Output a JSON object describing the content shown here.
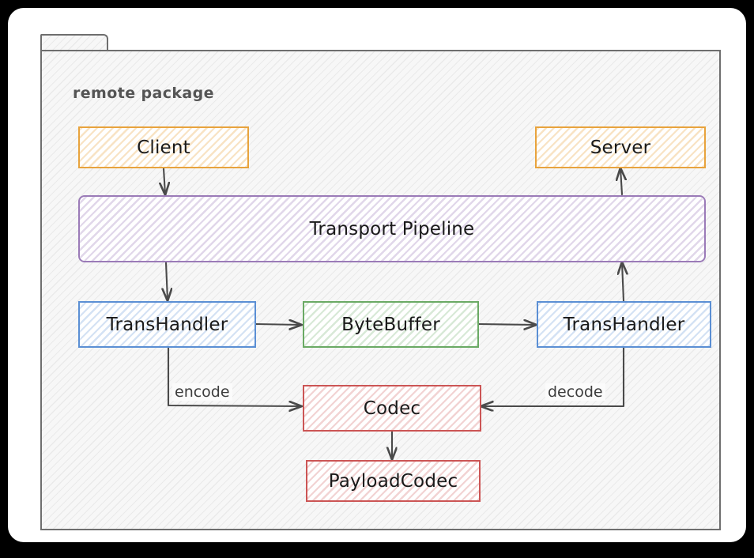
{
  "diagram": {
    "package_label": "remote package",
    "nodes": [
      {
        "id": "client",
        "label": "Client",
        "color": "#e8a33d",
        "shape": "rect"
      },
      {
        "id": "server",
        "label": "Server",
        "color": "#e8a33d",
        "shape": "rect"
      },
      {
        "id": "pipeline",
        "label": "Transport Pipeline",
        "color": "#9b7bb8",
        "shape": "rounded-rect"
      },
      {
        "id": "transhandler_left",
        "label": "TransHandler",
        "color": "#5b8fd4",
        "shape": "rect"
      },
      {
        "id": "bytebuffer",
        "label": "ByteBuffer",
        "color": "#6aaa64",
        "shape": "rect"
      },
      {
        "id": "transhandler_right",
        "label": "TransHandler",
        "color": "#5b8fd4",
        "shape": "rect"
      },
      {
        "id": "codec",
        "label": "Codec",
        "color": "#cc5555",
        "shape": "rect"
      },
      {
        "id": "payloadcodec",
        "label": "PayloadCodec",
        "color": "#cc5555",
        "shape": "rect"
      }
    ],
    "edges": [
      {
        "from": "client",
        "to": "pipeline",
        "label": ""
      },
      {
        "from": "pipeline",
        "to": "transhandler_left",
        "label": ""
      },
      {
        "from": "transhandler_left",
        "to": "bytebuffer",
        "label": ""
      },
      {
        "from": "bytebuffer",
        "to": "transhandler_right",
        "label": ""
      },
      {
        "from": "transhandler_right",
        "to": "pipeline",
        "label": ""
      },
      {
        "from": "pipeline",
        "to": "server",
        "label": ""
      },
      {
        "from": "transhandler_left",
        "to": "codec",
        "label": "encode"
      },
      {
        "from": "transhandler_right",
        "to": "codec",
        "label": "decode"
      },
      {
        "from": "codec",
        "to": "payloadcodec",
        "label": ""
      }
    ],
    "edge_labels": {
      "encode": "encode",
      "decode": "decode"
    },
    "colors": {
      "frame": "#6e6e6e",
      "package_fill": "#f7f7f7",
      "background": "#ffffff",
      "outer": "#000000",
      "arrow": "#4a4a4a",
      "text": "#1a1a1a",
      "package_label_text": "#555555"
    }
  }
}
